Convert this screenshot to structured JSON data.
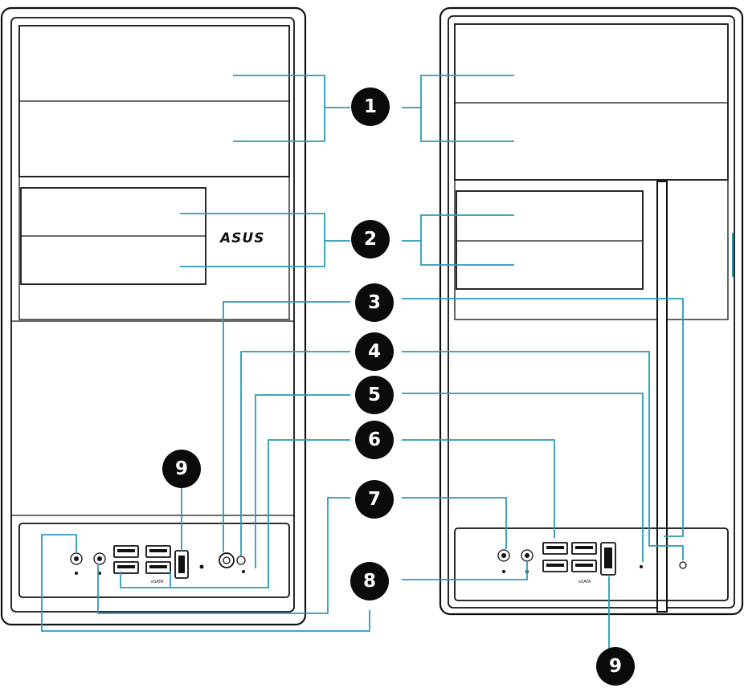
{
  "brand": {
    "logo_text": "ASUS"
  },
  "port_tags": {
    "front_usb": "eSATA",
    "side_usb": "eSATA"
  },
  "callouts": [
    {
      "id": "bay-525",
      "label": "1"
    },
    {
      "id": "bay-35",
      "label": "2"
    },
    {
      "id": "power-button",
      "label": "3"
    },
    {
      "id": "reset-button",
      "label": "4"
    },
    {
      "id": "hdd-led",
      "label": "5"
    },
    {
      "id": "usb-ports",
      "label": "6"
    },
    {
      "id": "microphone-port",
      "label": "7"
    },
    {
      "id": "headphone-port",
      "label": "8"
    },
    {
      "id": "esata-port-front",
      "label": "9"
    },
    {
      "id": "esata-port-side",
      "label": "9"
    }
  ],
  "colors": {
    "callout_line": "#2a9ab9",
    "outline": "#111111",
    "badge": "#0b0b0b"
  }
}
